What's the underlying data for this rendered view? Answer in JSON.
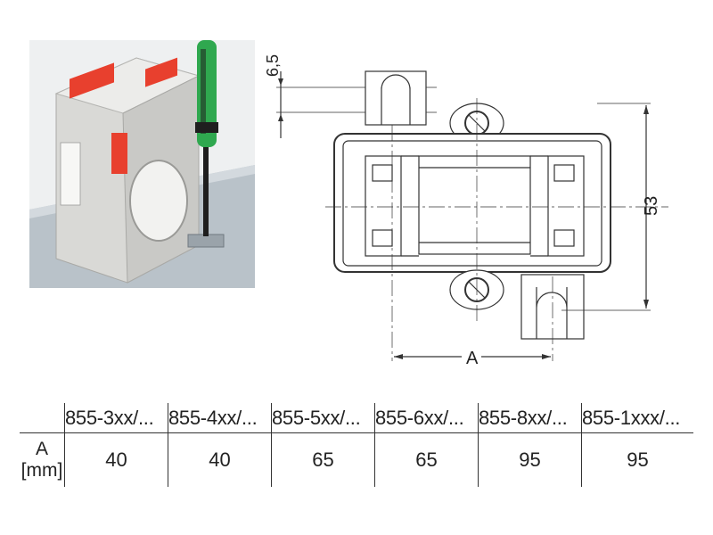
{
  "drawing": {
    "dim_top_offset": "6,5",
    "dim_height": "53",
    "dim_width": "A"
  },
  "table": {
    "row_label_line1": "A",
    "row_label_line2": "[mm]",
    "columns": [
      {
        "header": "855-3xx/...",
        "value": "40"
      },
      {
        "header": "855-4xx/...",
        "value": "40"
      },
      {
        "header": "855-5xx/...",
        "value": "65"
      },
      {
        "header": "855-6xx/...",
        "value": "65"
      },
      {
        "header": "855-8xx/...",
        "value": "95"
      },
      {
        "header": "855-1xxx/...",
        "value": "95"
      }
    ]
  },
  "colors": {
    "housing": "#d9d9d6",
    "terminal": "#e8402e",
    "screwdriver_handle": "#2fa84f",
    "rail": "#b9c2c9"
  },
  "icons": [
    "current-transformer-photo",
    "screwdriver-icon",
    "dimension-drawing"
  ]
}
